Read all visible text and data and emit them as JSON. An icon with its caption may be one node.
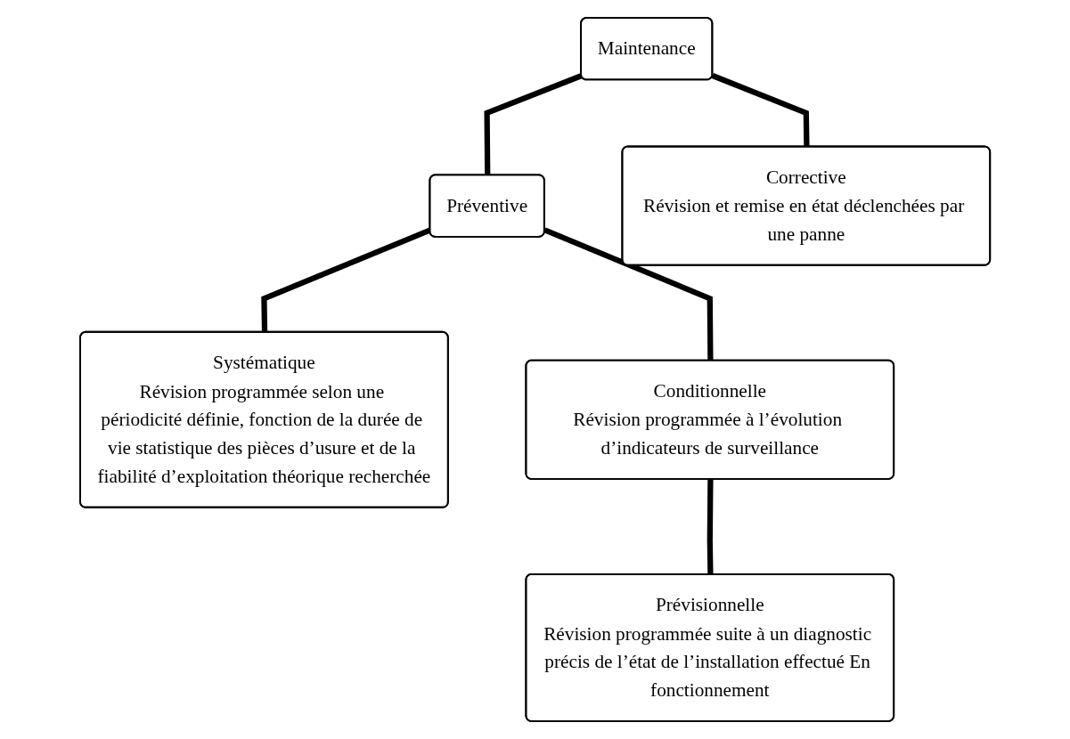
{
  "diagram": {
    "nodes": [
      {
        "text": [
          "Maintenance"
        ]
      },
      {
        "text": [
          "Préventive"
        ]
      },
      {
        "text": [
          "Corrective",
          "Révision et remise en état déclenchées par une panne"
        ]
      },
      {
        "text": [
          "Systématique",
          "Révision programmée selon une périodicité définie, fonction de la durée de vie statistique des pièces d’usure et de la fiabilité d’exploitation théorique recherchée"
        ]
      },
      {
        "text": [
          "Conditionnelle",
          "Révision programmée à l’évolution d’indicateurs de surveillance"
        ]
      },
      {
        "text": [
          "Prévisionnelle",
          "Révision programmée suite à un diagnostic précis de l’état de l’installation effectué En fonctionnement"
        ]
      }
    ],
    "edges": [
      {
        "from": 0,
        "to": 1,
        "arrow": "none"
      },
      {
        "from": 0,
        "to": 2,
        "arrow": "none"
      },
      {
        "from": 1,
        "to": 3,
        "arrow": "none"
      },
      {
        "from": 1,
        "to": 4,
        "arrow": "none"
      },
      {
        "from": 4,
        "to": 5,
        "arrow": "none"
      }
    ]
  }
}
